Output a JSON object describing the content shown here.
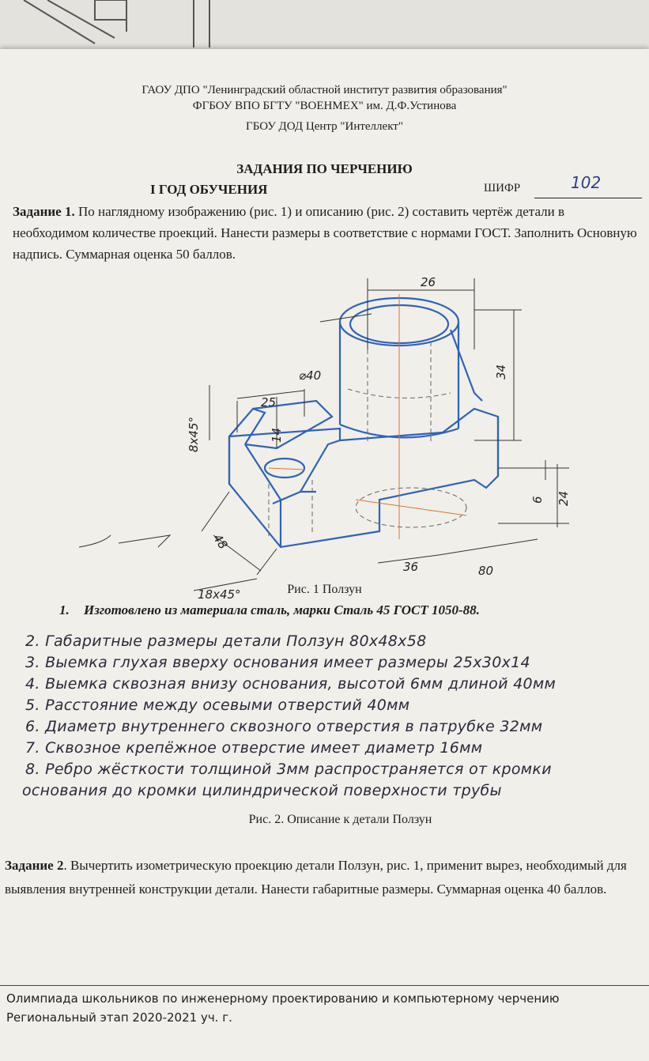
{
  "header": {
    "line1": "ГАОУ ДПО \"Ленинградский областной институт развития образования\"",
    "line2": "ФГБОУ ВПО БГТУ \"ВОЕНМЕХ\" им. Д.Ф.Устинова",
    "line3": "ГБОУ ДОД Центр \"Интеллект\""
  },
  "title": {
    "main": "ЗАДАНИЯ ПО ЧЕРЧЕНИЮ",
    "year": "I ГОД ОБУЧЕНИЯ",
    "cipher_label": "ШИФР",
    "cipher_value": "102"
  },
  "task1": {
    "label": "Задание 1.",
    "text": "По наглядному изображению (рис. 1) и описанию (рис. 2) составить чертёж детали в необходимом количестве проекций. Нанести размеры в соответствие с нормами ГОСТ. Заполнить Основную надпись. Суммарная оценка 50 баллов."
  },
  "drawing": {
    "dims": {
      "d26": "26",
      "d40": "⌀40",
      "d25": "25",
      "d14": "14",
      "d34": "34",
      "d8x45": "8x45°",
      "d6": "6",
      "d24": "24",
      "d48": "48",
      "d36": "36",
      "d80": "80",
      "d18x45": "18x45°"
    },
    "colors": {
      "outline": "#2f63b8",
      "dimension": "#333333",
      "axis": "#d9772e"
    }
  },
  "fig1_caption": "Рис. 1 Ползун",
  "material": {
    "num": "1.",
    "text": "Изготовлено из материала сталь, марки Сталь 45  ГОСТ 1050-88."
  },
  "description": [
    "2. Габаритные размеры детали Ползун 80x48x58",
    "3. Выемка глухая вверху основания имеет размеры 25x30x14",
    "4. Выемка сквозная внизу основания, высотой 6мм  длиной 40мм",
    "5. Расстояние между осевыми отверстий  40мм",
    "6. Диаметр внутреннего сквозного отверстия в патрубке 32мм",
    "7. Сквозное крепёжное отверстие   имеет диаметр 16мм",
    "8. Ребро жёсткости толщиной 3мм распространяется от кромки",
    "основания до кромки цилиндрической поверхности трубы"
  ],
  "fig2_caption": "Рис. 2. Описание к детали Ползун",
  "task2": {
    "label": "Задание 2",
    "text": ". Вычертить изометрическую проекцию детали Ползун, рис. 1, применит вырез, необходимый для выявления внутренней конструкции детали. Нанести габаритные размеры. Суммарная оценка 40 баллов."
  },
  "footer": {
    "line1": "Олимпиада школьников по инженерному проектированию и компьютерному черчению",
    "line2": "Региональный этап 2020-2021 уч. г."
  }
}
